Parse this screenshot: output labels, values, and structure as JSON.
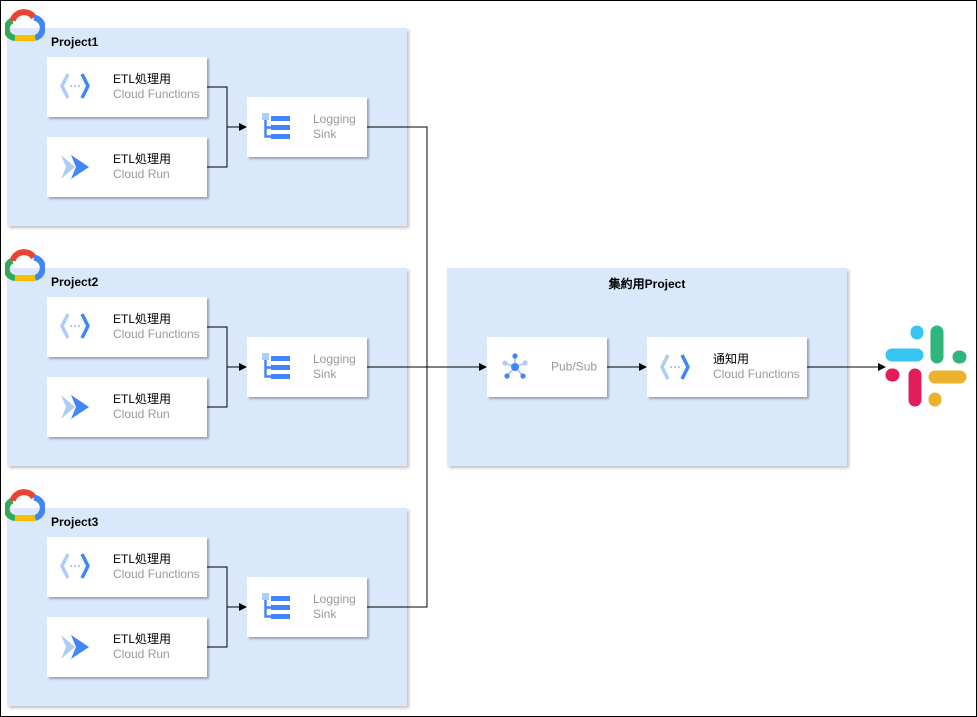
{
  "projects": [
    {
      "title": "Project1",
      "functions": {
        "label": "ETL処理用",
        "service": "Cloud Functions"
      },
      "run": {
        "label": "ETL処理用",
        "service": "Cloud Run"
      },
      "sink": {
        "line1": "Logging",
        "line2": "Sink"
      }
    },
    {
      "title": "Project2",
      "functions": {
        "label": "ETL処理用",
        "service": "Cloud Functions"
      },
      "run": {
        "label": "ETL処理用",
        "service": "Cloud Run"
      },
      "sink": {
        "line1": "Logging",
        "line2": "Sink"
      }
    },
    {
      "title": "Project3",
      "functions": {
        "label": "ETL処理用",
        "service": "Cloud Functions"
      },
      "run": {
        "label": "ETL処理用",
        "service": "Cloud Run"
      },
      "sink": {
        "line1": "Logging",
        "line2": "Sink"
      }
    }
  ],
  "aggregate": {
    "title": "集約用Project",
    "pubsub": {
      "label": "Pub/Sub"
    },
    "notify": {
      "label": "通知用",
      "service": "Cloud Functions"
    }
  },
  "colors": {
    "project_fill": "#dae8fc",
    "icon_blue": "#4285f4",
    "icon_light_blue": "#aecbfa",
    "service_text": "#999999",
    "gcp_red": "#ea4335",
    "gcp_yellow": "#fbbc04",
    "gcp_green": "#34a853",
    "gcp_blue": "#4285f4",
    "slack_blue": "#36c5f0",
    "slack_green": "#2eb67d",
    "slack_red": "#e01e5a",
    "slack_yellow": "#ecb22e"
  },
  "icons": {
    "project_logo": "google-cloud-logo-icon",
    "functions": "cloud-functions-icon",
    "run": "cloud-run-icon",
    "sink": "logging-sink-icon",
    "pubsub": "pubsub-icon",
    "destination": "slack-logo-icon"
  }
}
